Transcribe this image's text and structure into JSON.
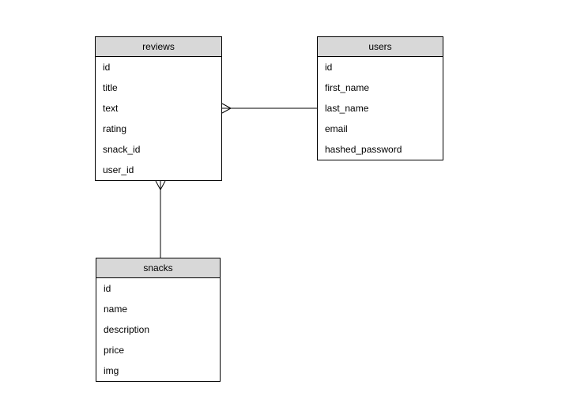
{
  "diagram": {
    "entities": {
      "reviews": {
        "name": "reviews",
        "fields": [
          "id",
          "title",
          "text",
          "rating",
          "snack_id",
          "user_id"
        ]
      },
      "users": {
        "name": "users",
        "fields": [
          "id",
          "first_name",
          "last_name",
          "email",
          "hashed_password"
        ]
      },
      "snacks": {
        "name": "snacks",
        "fields": [
          "id",
          "name",
          "description",
          "price",
          "img"
        ]
      }
    },
    "relationships": [
      {
        "from": "reviews",
        "to": "users",
        "crow_foot_at": "reviews",
        "type": "many-to-one"
      },
      {
        "from": "reviews",
        "to": "snacks",
        "crow_foot_at": "reviews",
        "type": "many-to-one"
      }
    ],
    "colors": {
      "background": "#ffffff",
      "border": "#000000",
      "header_fill": "#d8d8d8",
      "line": "#000000",
      "text": "#000000"
    }
  }
}
